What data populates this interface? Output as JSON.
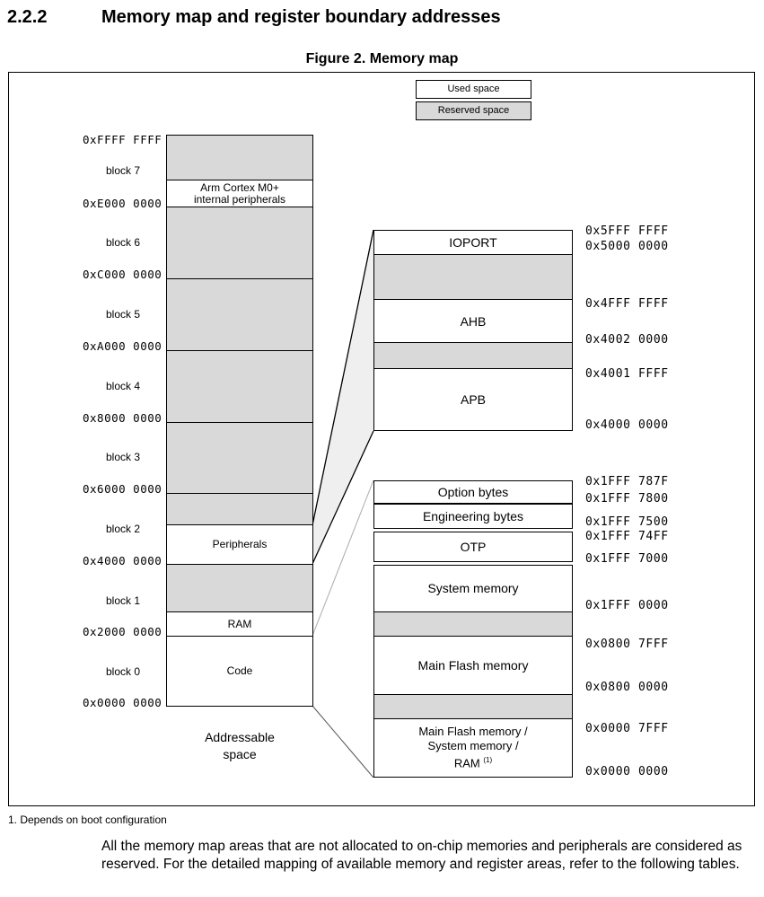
{
  "section": {
    "number": "2.2.2",
    "title": "Memory map and register boundary addresses"
  },
  "figure": {
    "title": "Figure 2. Memory map",
    "legend": {
      "used": "Used space",
      "reserved": "Reserved space"
    },
    "left": {
      "addresses": [
        "0xFFFF FFFF",
        "0xE000 0000",
        "0xC000 0000",
        "0xA000 0000",
        "0x8000 0000",
        "0x6000 0000",
        "0x4000 0000",
        "0x2000 0000",
        "0x0000 0000"
      ],
      "blocks": [
        "block 7",
        "block 6",
        "block 5",
        "block 4",
        "block 3",
        "block 2",
        "block 1",
        "block 0"
      ],
      "cortex": "Arm Cortex M0+ internal peripherals",
      "peripherals": "Peripherals",
      "ram": "RAM",
      "code": "Code",
      "caption": "Addressable space"
    },
    "top_right": {
      "ioport": "IOPORT",
      "ahb": "AHB",
      "apb": "APB",
      "addresses": [
        "0x5FFF FFFF",
        "0x5000 0000",
        "0x4FFF FFFF",
        "0x4002 0000",
        "0x4001 FFFF",
        "0x4000 0000"
      ]
    },
    "bottom_right": {
      "option_bytes": "Option bytes",
      "engineering_bytes": "Engineering bytes",
      "otp": "OTP",
      "system_memory": "System memory",
      "main_flash": "Main Flash memory",
      "boot_alias_line1": "Main Flash memory /",
      "boot_alias_line2": "System memory /",
      "boot_alias_line3": "RAM",
      "boot_alias_note": "(1)",
      "addresses": [
        "0x1FFF 787F",
        "0x1FFF 7800",
        "0x1FFF 7500",
        "0x1FFF 74FF",
        "0x1FFF 7000",
        "0x1FFF 0000",
        "0x0800 7FFF",
        "0x0800 0000",
        "0x0000 7FFF",
        "0x0000 0000"
      ]
    },
    "footnote": "1.   Depends on boot configuration"
  },
  "paragraph": "All the memory map areas that are not allocated to on-chip memories and peripherals are considered as reserved. For the detailed mapping of available memory and register areas, refer to the following tables."
}
